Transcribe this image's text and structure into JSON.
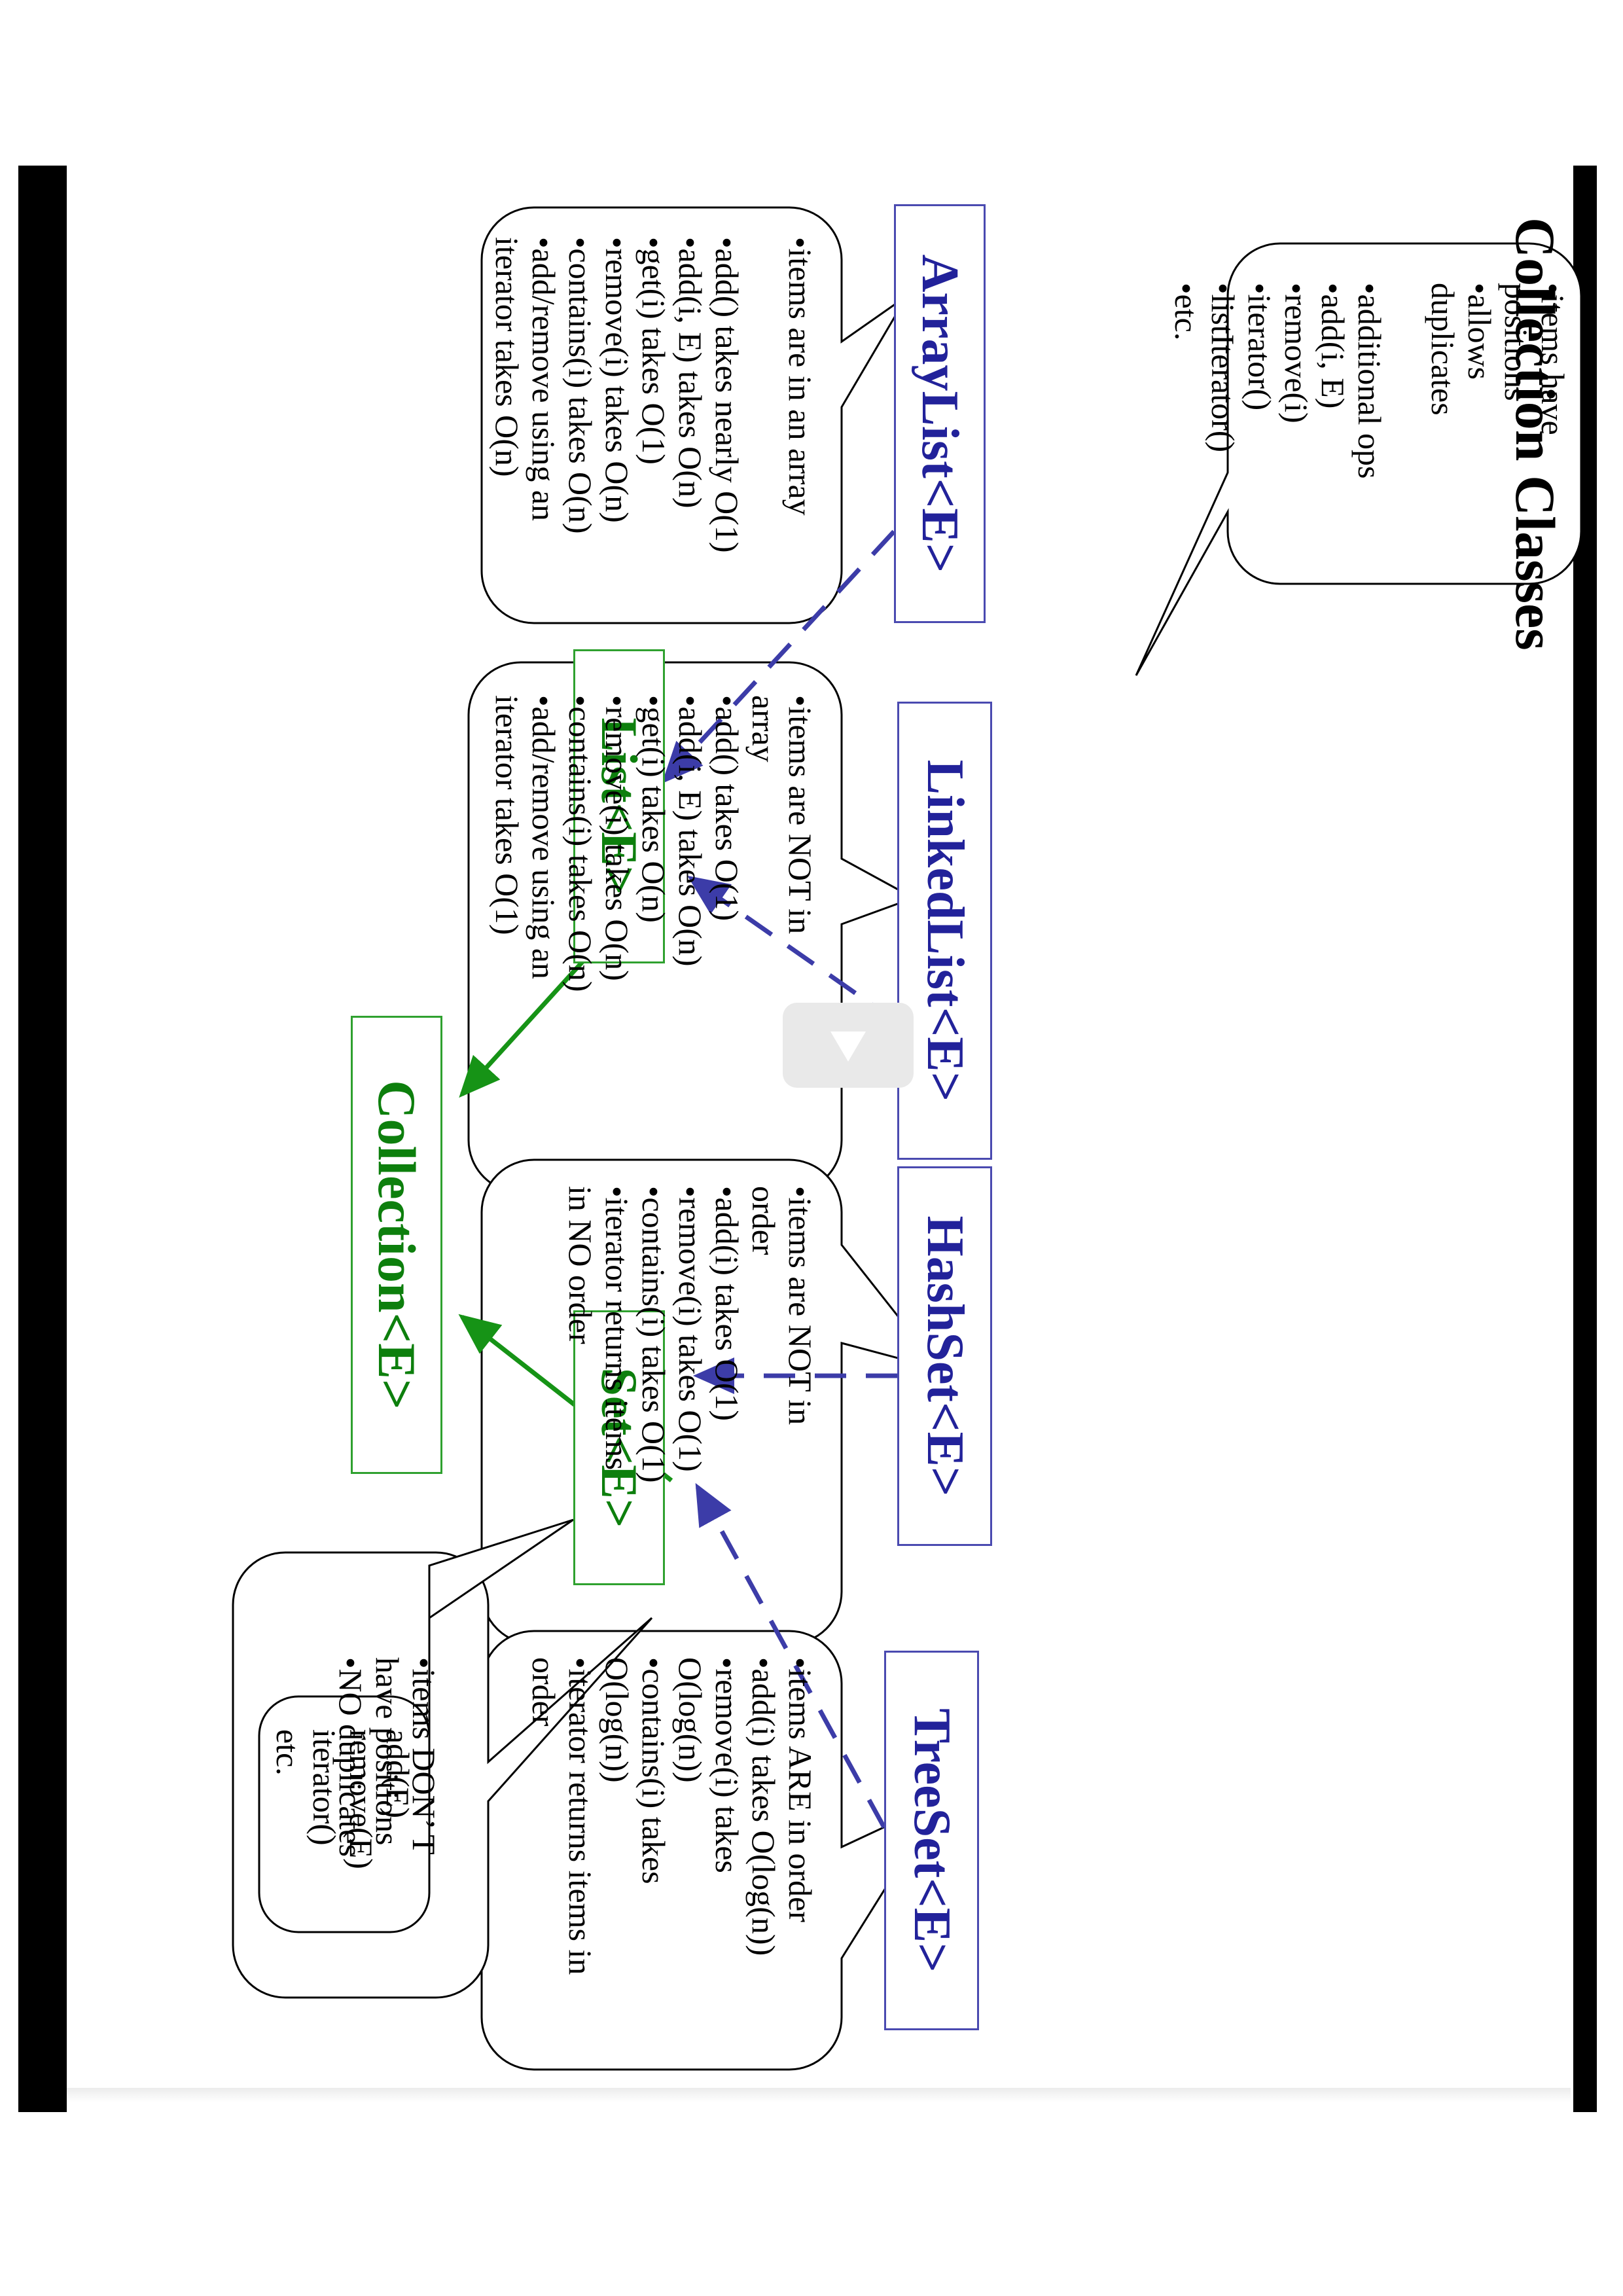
{
  "title": "Collection Classes",
  "nodes": {
    "collection": "Collection<E>",
    "list": "List<E>",
    "set": "Set<E>",
    "arraylist": "ArrayList<E>",
    "linkedlist": "LinkedList<E>",
    "hashset": "HashSet<E>",
    "treeset": "TreeSet<E>"
  },
  "notes": {
    "collection": "add(E)\nremove(E)\niterator()\netc.",
    "list": "•items have\n   positions\n•allows\n   duplicates\n\n•additional ops\n•add(i, E)\n•remove(i)\n•iterator()\n•listIterator()\n•etc.",
    "set": "•items DON’ T\n   have positions\n•NO duplicates",
    "arraylist": "•items are in an array\n\n•add()  takes nearly O(1)\n•add(i, E) takes O(n)\n•get(i)  takes O(1)\n•remove(i)  takes O(n)\n•contains(i) takes O(n)\n•add/remove using an\n   iterator takes O(n)",
    "linkedlist": "•items are NOT in\n   array\n•add()  takes O(1)\n•add(i, E) takes O(n)\n•get(i) takes O(n)\n•remove(i)  takes O(n)\n•contains(i) takes O(n)\n•add/remove using an\n   iterator takes O(1)",
    "hashset": "•items are NOT in\n   order\n•add(i)  takes O(1)\n•remove(i) takes O(1)\n•contains(i) takes O(1)\n•iterator returns items\n   in NO order",
    "treeset": "•items ARE in order\n•add(i)  takes O(log(n))\n•remove(i) takes\n   O(log(n))\n•contains(i) takes\n   O(log(n))\n•iterator returns items in\n   order"
  },
  "colors": {
    "interface_border": "#2fa12f",
    "interface_text": "#0d7f0d",
    "class_border": "#4a4ab0",
    "class_text": "#22229a",
    "extends_arrow": "#169316",
    "implements_arrow": "#3c3ca8"
  },
  "icons": {
    "overlay": "play-icon"
  }
}
